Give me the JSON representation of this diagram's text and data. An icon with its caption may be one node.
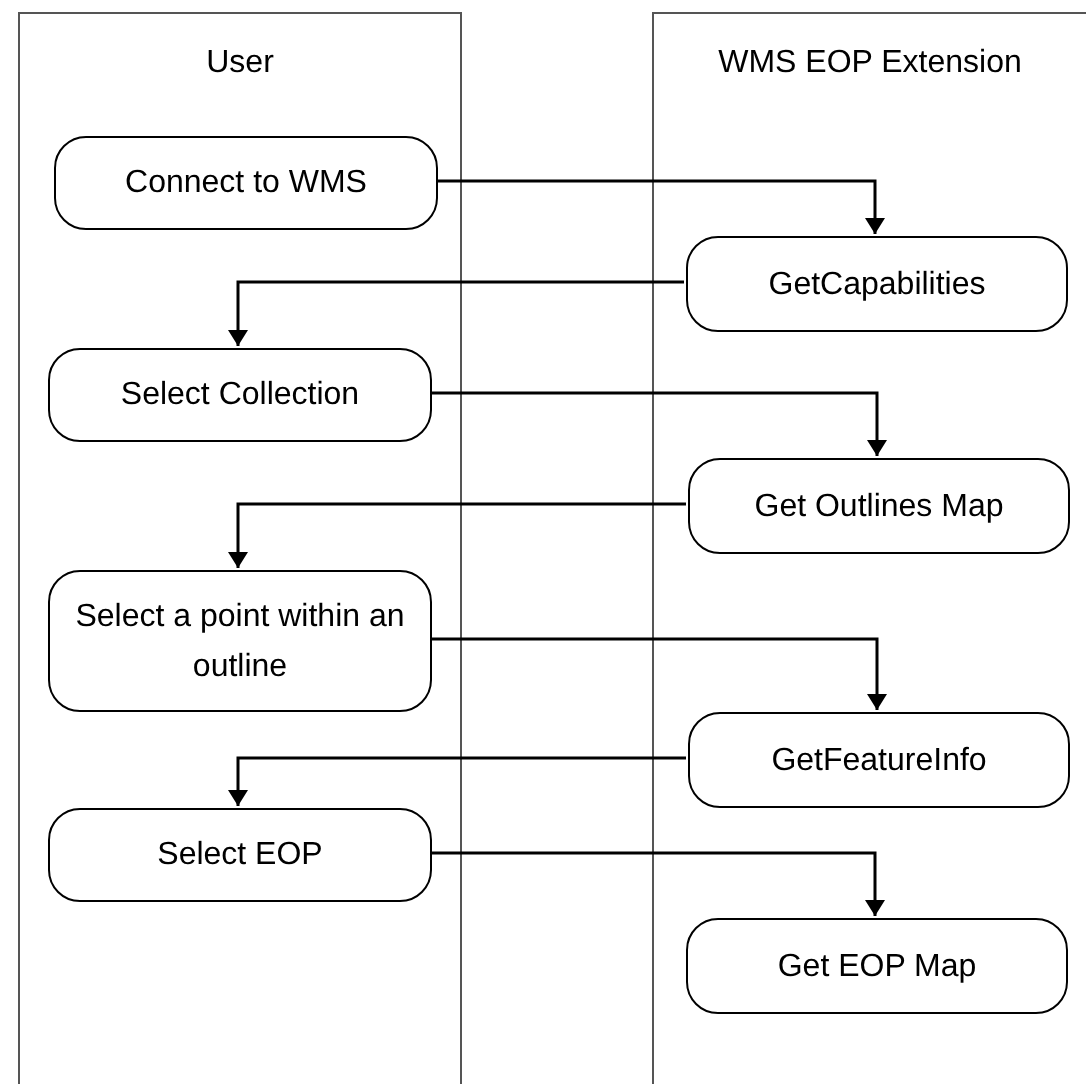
{
  "diagram": {
    "nodes": [
      {
        "text": [
          "User"
        ]
      },
      {
        "text": [
          "WMS EOP Extension"
        ]
      },
      {
        "text": [
          "Connect to WMS"
        ],
        "in": 0
      },
      {
        "text": [
          "GetCapabilities"
        ],
        "in": 1
      },
      {
        "text": [
          "Select Collection"
        ],
        "in": 0
      },
      {
        "text": [
          "Get Outlines Map"
        ],
        "in": 1
      },
      {
        "text": [
          "Select a point within an outline"
        ],
        "in": 0
      },
      {
        "text": [
          "GetFeatureInfo"
        ],
        "in": 1
      },
      {
        "text": [
          "Select EOP"
        ],
        "in": 0
      },
      {
        "text": [
          "Get EOP Map"
        ],
        "in": 1
      }
    ],
    "edges": [
      {
        "from": 2,
        "to": 3,
        "arrow": "to"
      },
      {
        "from": 3,
        "to": 4,
        "arrow": "to"
      },
      {
        "from": 4,
        "to": 5,
        "arrow": "to"
      },
      {
        "from": 5,
        "to": 6,
        "arrow": "to"
      },
      {
        "from": 6,
        "to": 7,
        "arrow": "to"
      },
      {
        "from": 7,
        "to": 8,
        "arrow": "to"
      },
      {
        "from": 8,
        "to": 9,
        "arrow": "to"
      }
    ]
  }
}
